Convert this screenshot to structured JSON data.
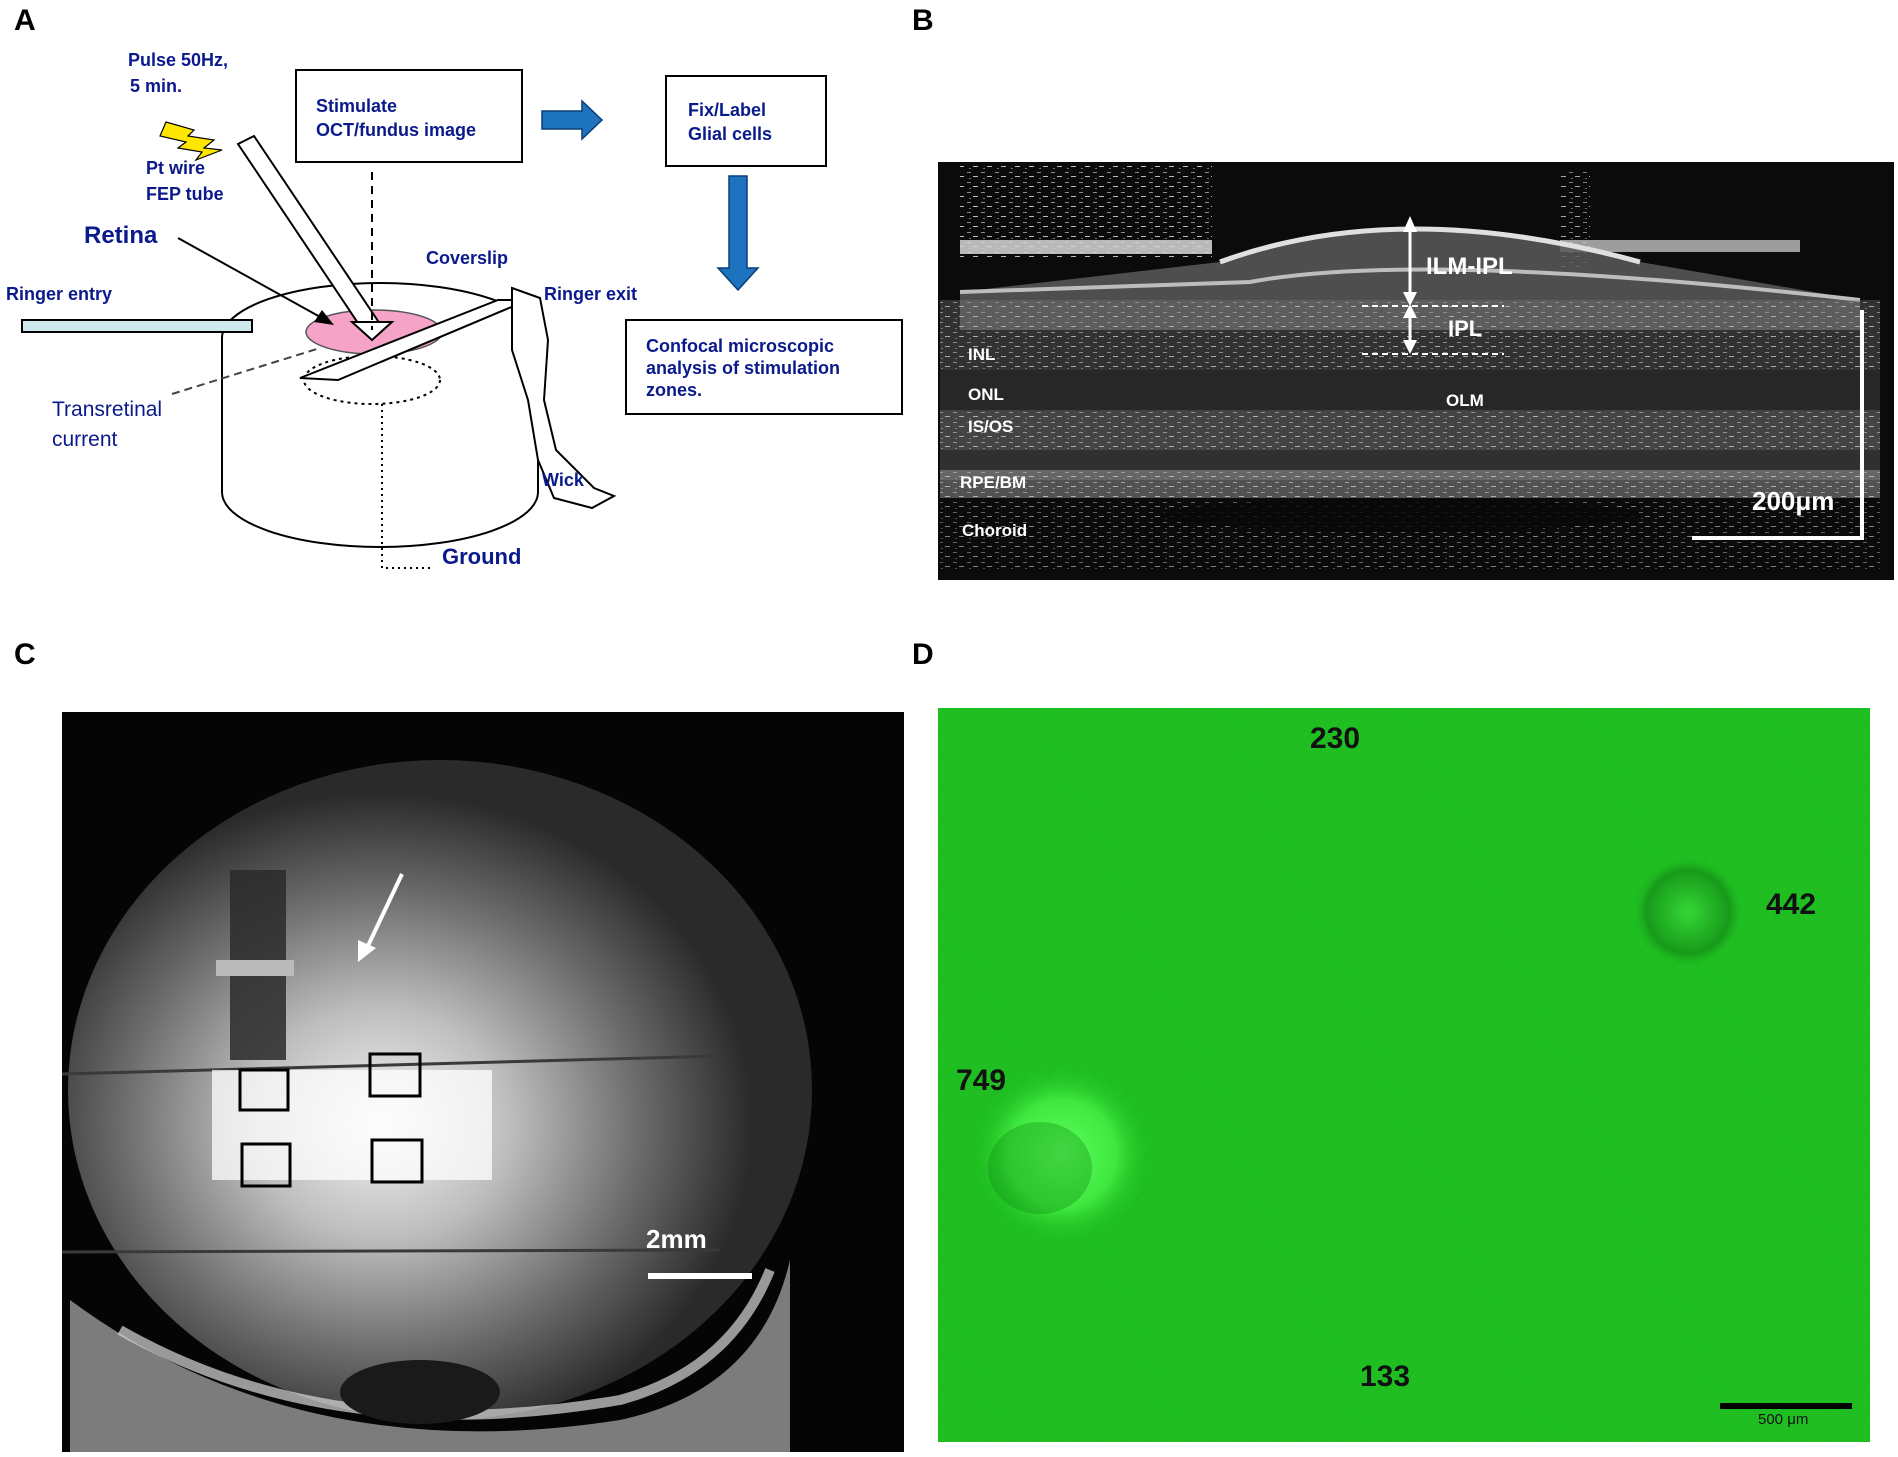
{
  "panel_labels": [
    "A",
    "B",
    "C",
    "D"
  ],
  "panel_a": {
    "pulse": [
      "Pulse 50Hz,",
      "5 min."
    ],
    "wire": [
      "Pt wire",
      "FEP tube"
    ],
    "retina": "Retina",
    "ringer_entry": "Ringer entry",
    "coverslip": "Coverslip",
    "ringer_exit": "Ringer exit",
    "transretinal": [
      "Transretinal",
      "current"
    ],
    "wick": "Wick",
    "ground": "Ground",
    "box_stimulate": [
      "Stimulate",
      "OCT/fundus image"
    ],
    "box_fix": [
      "Fix/Label",
      "Glial cells"
    ],
    "box_confocal": [
      "Confocal microscopic",
      "analysis of stimulation",
      "zones."
    ],
    "colors": {
      "text": "#0a1a8c",
      "arrow": "#1e73be",
      "retina": "#f5a3c7",
      "bolt": "#ffe600"
    }
  },
  "panel_b": {
    "layers": [
      "INL",
      "ONL",
      "IS/OS",
      "RPE/BM",
      "Choroid"
    ],
    "olm": "OLM",
    "ilm_ipl": "ILM-IPL",
    "ipl": "IPL",
    "scale_bar": "200μm"
  },
  "panel_c": {
    "scale_bar": "2mm"
  },
  "panel_d": {
    "values": [
      "230",
      "442",
      "749",
      "133"
    ],
    "scale_bar": "500 μm",
    "colors": {
      "background": "#1fbf22"
    }
  }
}
